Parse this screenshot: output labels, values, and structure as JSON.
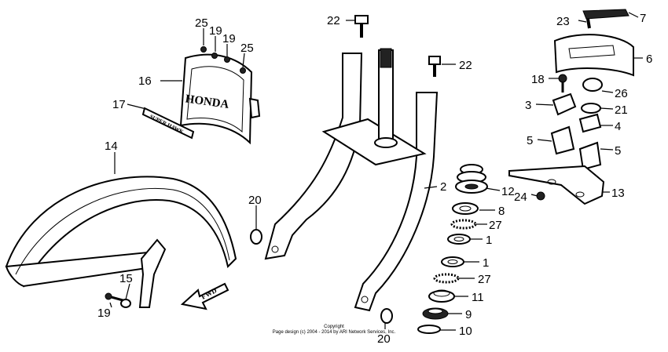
{
  "diagram": {
    "callouts": [
      {
        "id": "c25a",
        "label": "25"
      },
      {
        "id": "c19a",
        "label": "19"
      },
      {
        "id": "c19b",
        "label": "19"
      },
      {
        "id": "c25b",
        "label": "25"
      },
      {
        "id": "c16",
        "label": "16"
      },
      {
        "id": "c17",
        "label": "17"
      },
      {
        "id": "c14",
        "label": "14"
      },
      {
        "id": "c15",
        "label": "15"
      },
      {
        "id": "c19c",
        "label": "19"
      },
      {
        "id": "c20a",
        "label": "20"
      },
      {
        "id": "c20b",
        "label": "20"
      },
      {
        "id": "c22a",
        "label": "22"
      },
      {
        "id": "c22b",
        "label": "22"
      },
      {
        "id": "c2",
        "label": "2"
      },
      {
        "id": "c12",
        "label": "12"
      },
      {
        "id": "c8",
        "label": "8"
      },
      {
        "id": "c27a",
        "label": "27"
      },
      {
        "id": "c1a",
        "label": "1"
      },
      {
        "id": "c1b",
        "label": "1"
      },
      {
        "id": "c27b",
        "label": "27"
      },
      {
        "id": "c11",
        "label": "11"
      },
      {
        "id": "c9",
        "label": "9"
      },
      {
        "id": "c10",
        "label": "10"
      },
      {
        "id": "c23",
        "label": "23"
      },
      {
        "id": "c7",
        "label": "7"
      },
      {
        "id": "c6",
        "label": "6"
      },
      {
        "id": "c18",
        "label": "18"
      },
      {
        "id": "c26",
        "label": "26"
      },
      {
        "id": "c3",
        "label": "3"
      },
      {
        "id": "c21",
        "label": "21"
      },
      {
        "id": "c4",
        "label": "4"
      },
      {
        "id": "c5a",
        "label": "5"
      },
      {
        "id": "c5b",
        "label": "5"
      },
      {
        "id": "c24",
        "label": "24"
      },
      {
        "id": "c13",
        "label": "13"
      }
    ],
    "emblem_text": "HONDA",
    "strip_text": "SUPER HAWK",
    "direction_label": "FWD",
    "copyright_line1": "Copyright",
    "copyright_line2": "Page design (c) 2004 - 2014 by ARI Network Services, Inc."
  }
}
